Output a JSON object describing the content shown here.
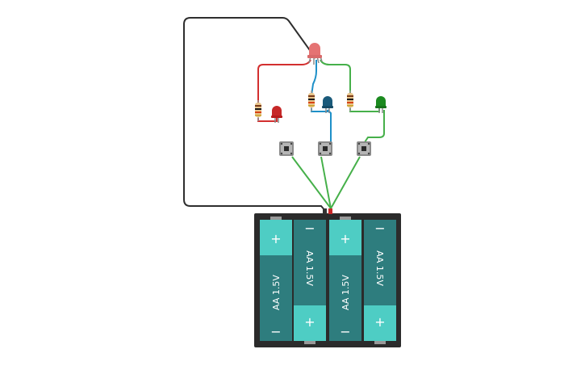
{
  "circuit": {
    "components": {
      "rgb_led": "rgb-led",
      "leds": [
        {
          "name": "red-led",
          "color": "#c62828"
        },
        {
          "name": "blue-led",
          "color": "#1a5a7a"
        },
        {
          "name": "green-led",
          "color": "#1b8a1f"
        }
      ],
      "resistor_count": 3,
      "pushbutton_count": 3
    },
    "wire_colors": {
      "black": "#2e2e2e",
      "red": "#d32f2f",
      "blue": "#1e90c8",
      "green": "#46b04a"
    },
    "battery_pack": {
      "cell_count": 4,
      "cells": [
        {
          "label": "AA 1.5V",
          "top_sign": "+",
          "bottom_sign": "−"
        },
        {
          "label": "AA 1.5V",
          "top_sign": "−",
          "bottom_sign": "+"
        },
        {
          "label": "AA 1.5V",
          "top_sign": "+",
          "bottom_sign": "−"
        },
        {
          "label": "AA 1.5V",
          "top_sign": "−",
          "bottom_sign": "+"
        }
      ],
      "cell_color": "#2e7d7e",
      "cap_color": "#4ecdc4",
      "case_color": "#2b2b2b"
    }
  }
}
